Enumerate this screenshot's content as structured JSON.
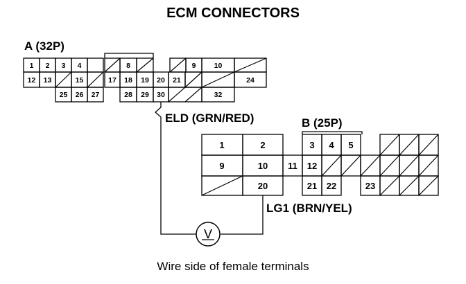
{
  "title": "ECM CONNECTORS",
  "connector_a": {
    "label": "A (32P)",
    "row1": [
      "1",
      "2",
      "3",
      "4",
      "",
      "",
      "8",
      "",
      "",
      "",
      "9",
      "10",
      ""
    ],
    "row2": [
      "12",
      "13",
      "",
      "15",
      "",
      "17",
      "18",
      "19",
      "20",
      "21",
      "",
      "",
      "24"
    ],
    "row3": [
      "",
      "",
      "25",
      "26",
      "27",
      "",
      "28",
      "29",
      "30",
      "",
      "",
      "32",
      ""
    ]
  },
  "connector_b": {
    "label": "B (25P)",
    "left_block": [
      [
        "1",
        "2"
      ],
      [
        "9",
        "10"
      ],
      [
        "",
        "20"
      ]
    ],
    "middle_pin": "11",
    "right_row1": [
      "3",
      "4",
      "5",
      "",
      "",
      "",
      ""
    ],
    "right_row2": [
      "12",
      "",
      "",
      "",
      "",
      "",
      ""
    ],
    "right_row3": [
      "21",
      "22",
      "",
      "23",
      "",
      "",
      ""
    ]
  },
  "wires": {
    "eld": "ELD (GRN/RED)",
    "lg1": "LG1 (BRN/YEL)"
  },
  "meter_symbol": "V",
  "caption": "Wire side of female terminals"
}
